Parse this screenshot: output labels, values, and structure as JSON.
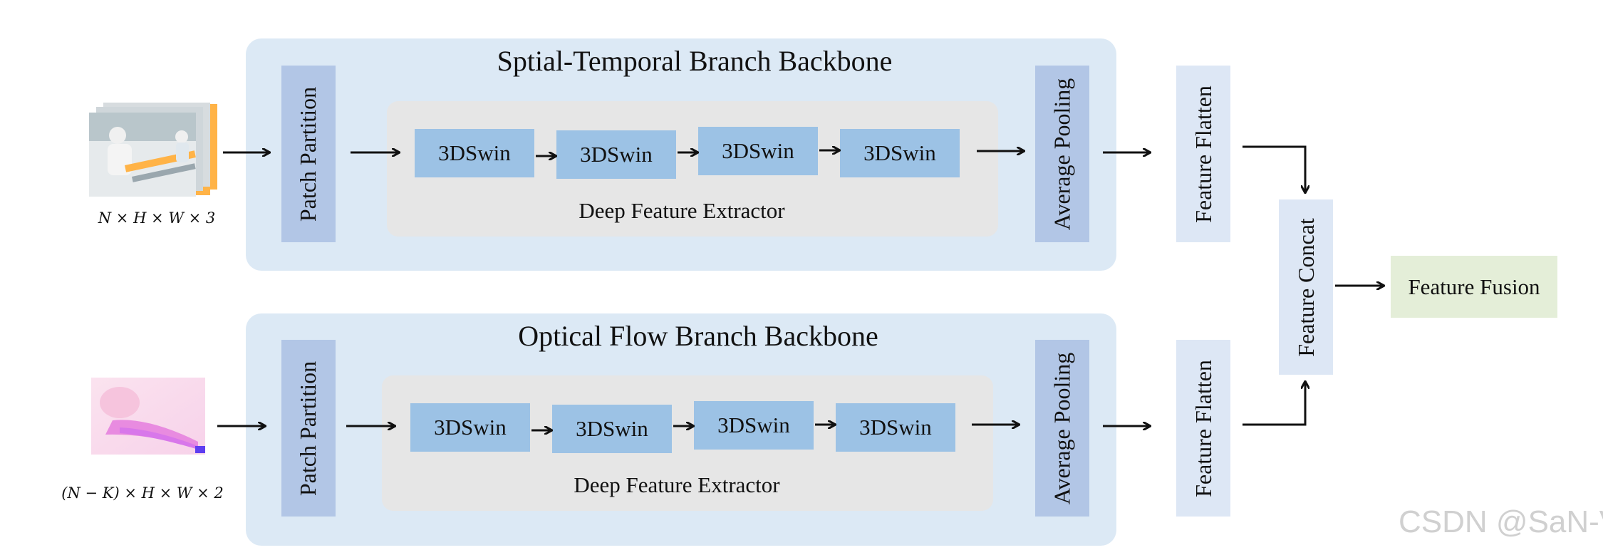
{
  "branches": {
    "spatial_temporal": {
      "title": "Sptial-Temporal Branch Backbone",
      "patch_partition": "Patch  Partition",
      "swin_blocks": [
        "3DSwin",
        "3DSwin",
        "3DSwin",
        "3DSwin"
      ],
      "extractor_label": "Deep Feature Extractor",
      "pooling": "Average Pooling",
      "flatten": "Feature Flatten",
      "input_dims": "N × H × W × 3"
    },
    "optical_flow": {
      "title": "Optical Flow Branch Backbone",
      "patch_partition": "Patch  Partition",
      "swin_blocks": [
        "3DSwin",
        "3DSwin",
        "3DSwin",
        "3DSwin"
      ],
      "extractor_label": "Deep Feature Extractor",
      "pooling": "Average Pooling",
      "flatten": "Feature Flatten",
      "input_dims": "(N − K) × H × W × 2"
    }
  },
  "concat": "Feature Concat",
  "fusion": "Feature Fusion",
  "watermark": "CSDN @SaN-V",
  "colors": {
    "branch_bg": "#dce9f5",
    "bar_blue": "#b2c6e6",
    "swin_blue": "#9cc2e5",
    "extractor_gray": "#e6e6e6",
    "fusion_green": "#e4eed8"
  }
}
